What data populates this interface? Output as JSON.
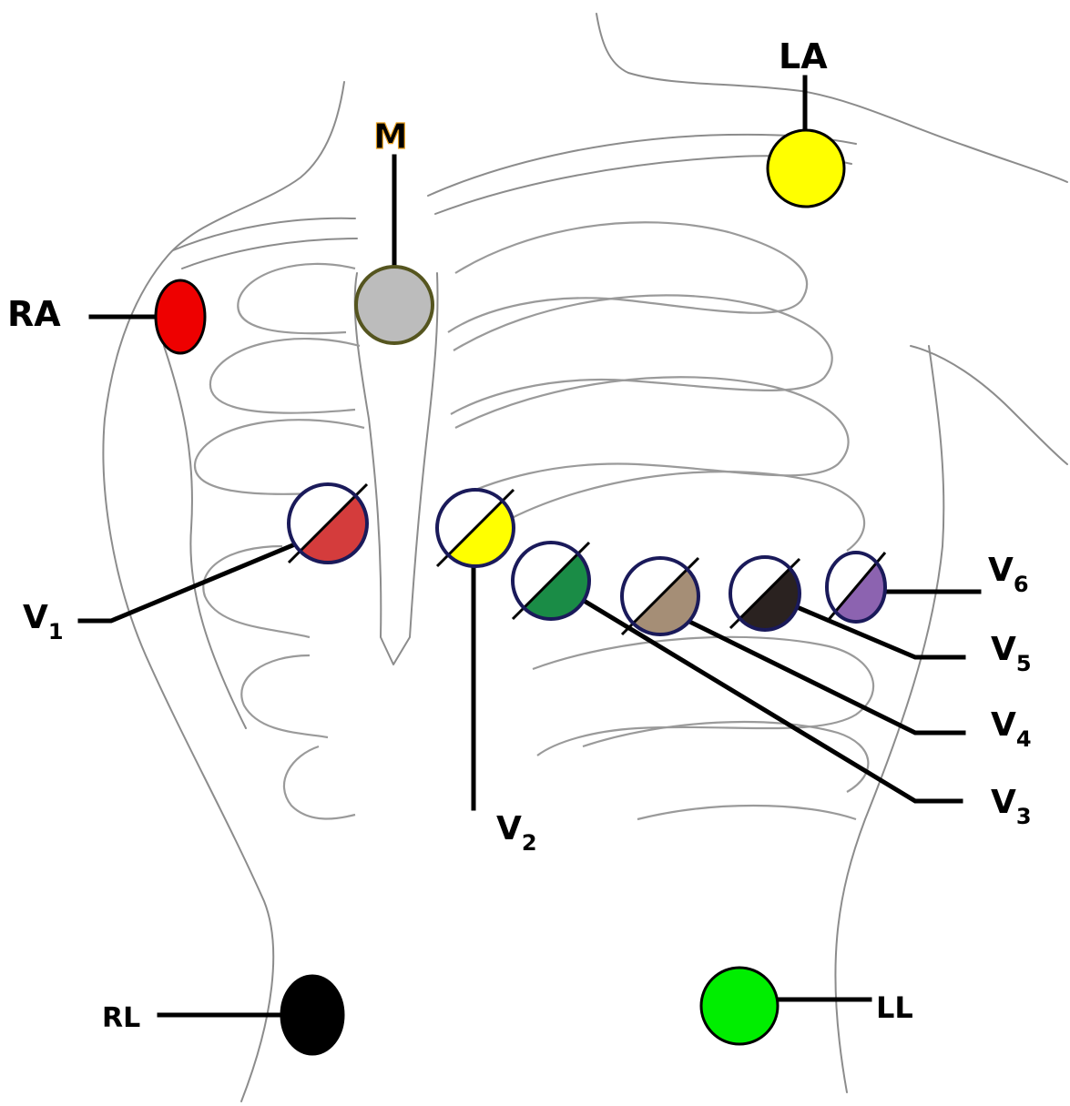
{
  "diagram": {
    "electrodes": [
      {
        "id": "RA",
        "label": "RA",
        "color": "#ee0000"
      },
      {
        "id": "LA",
        "label": "LA",
        "color": "#ffff00"
      },
      {
        "id": "M",
        "label": "M",
        "color": "#bcbcbc"
      },
      {
        "id": "RL",
        "label": "RL",
        "color": "#000000"
      },
      {
        "id": "LL",
        "label": "LL",
        "color": "#00ee00"
      },
      {
        "id": "V1",
        "label": "V",
        "sub": "1",
        "color": "#d43c3c"
      },
      {
        "id": "V2",
        "label": "V",
        "sub": "2",
        "color": "#ffff00"
      },
      {
        "id": "V3",
        "label": "V",
        "sub": "3",
        "color": "#1a8c46"
      },
      {
        "id": "V4",
        "label": "V",
        "sub": "4",
        "color": "#a58e76"
      },
      {
        "id": "V5",
        "label": "V",
        "sub": "5",
        "color": "#2a2220"
      },
      {
        "id": "V6",
        "label": "V",
        "sub": "6",
        "color": "#8c63b0"
      }
    ]
  }
}
